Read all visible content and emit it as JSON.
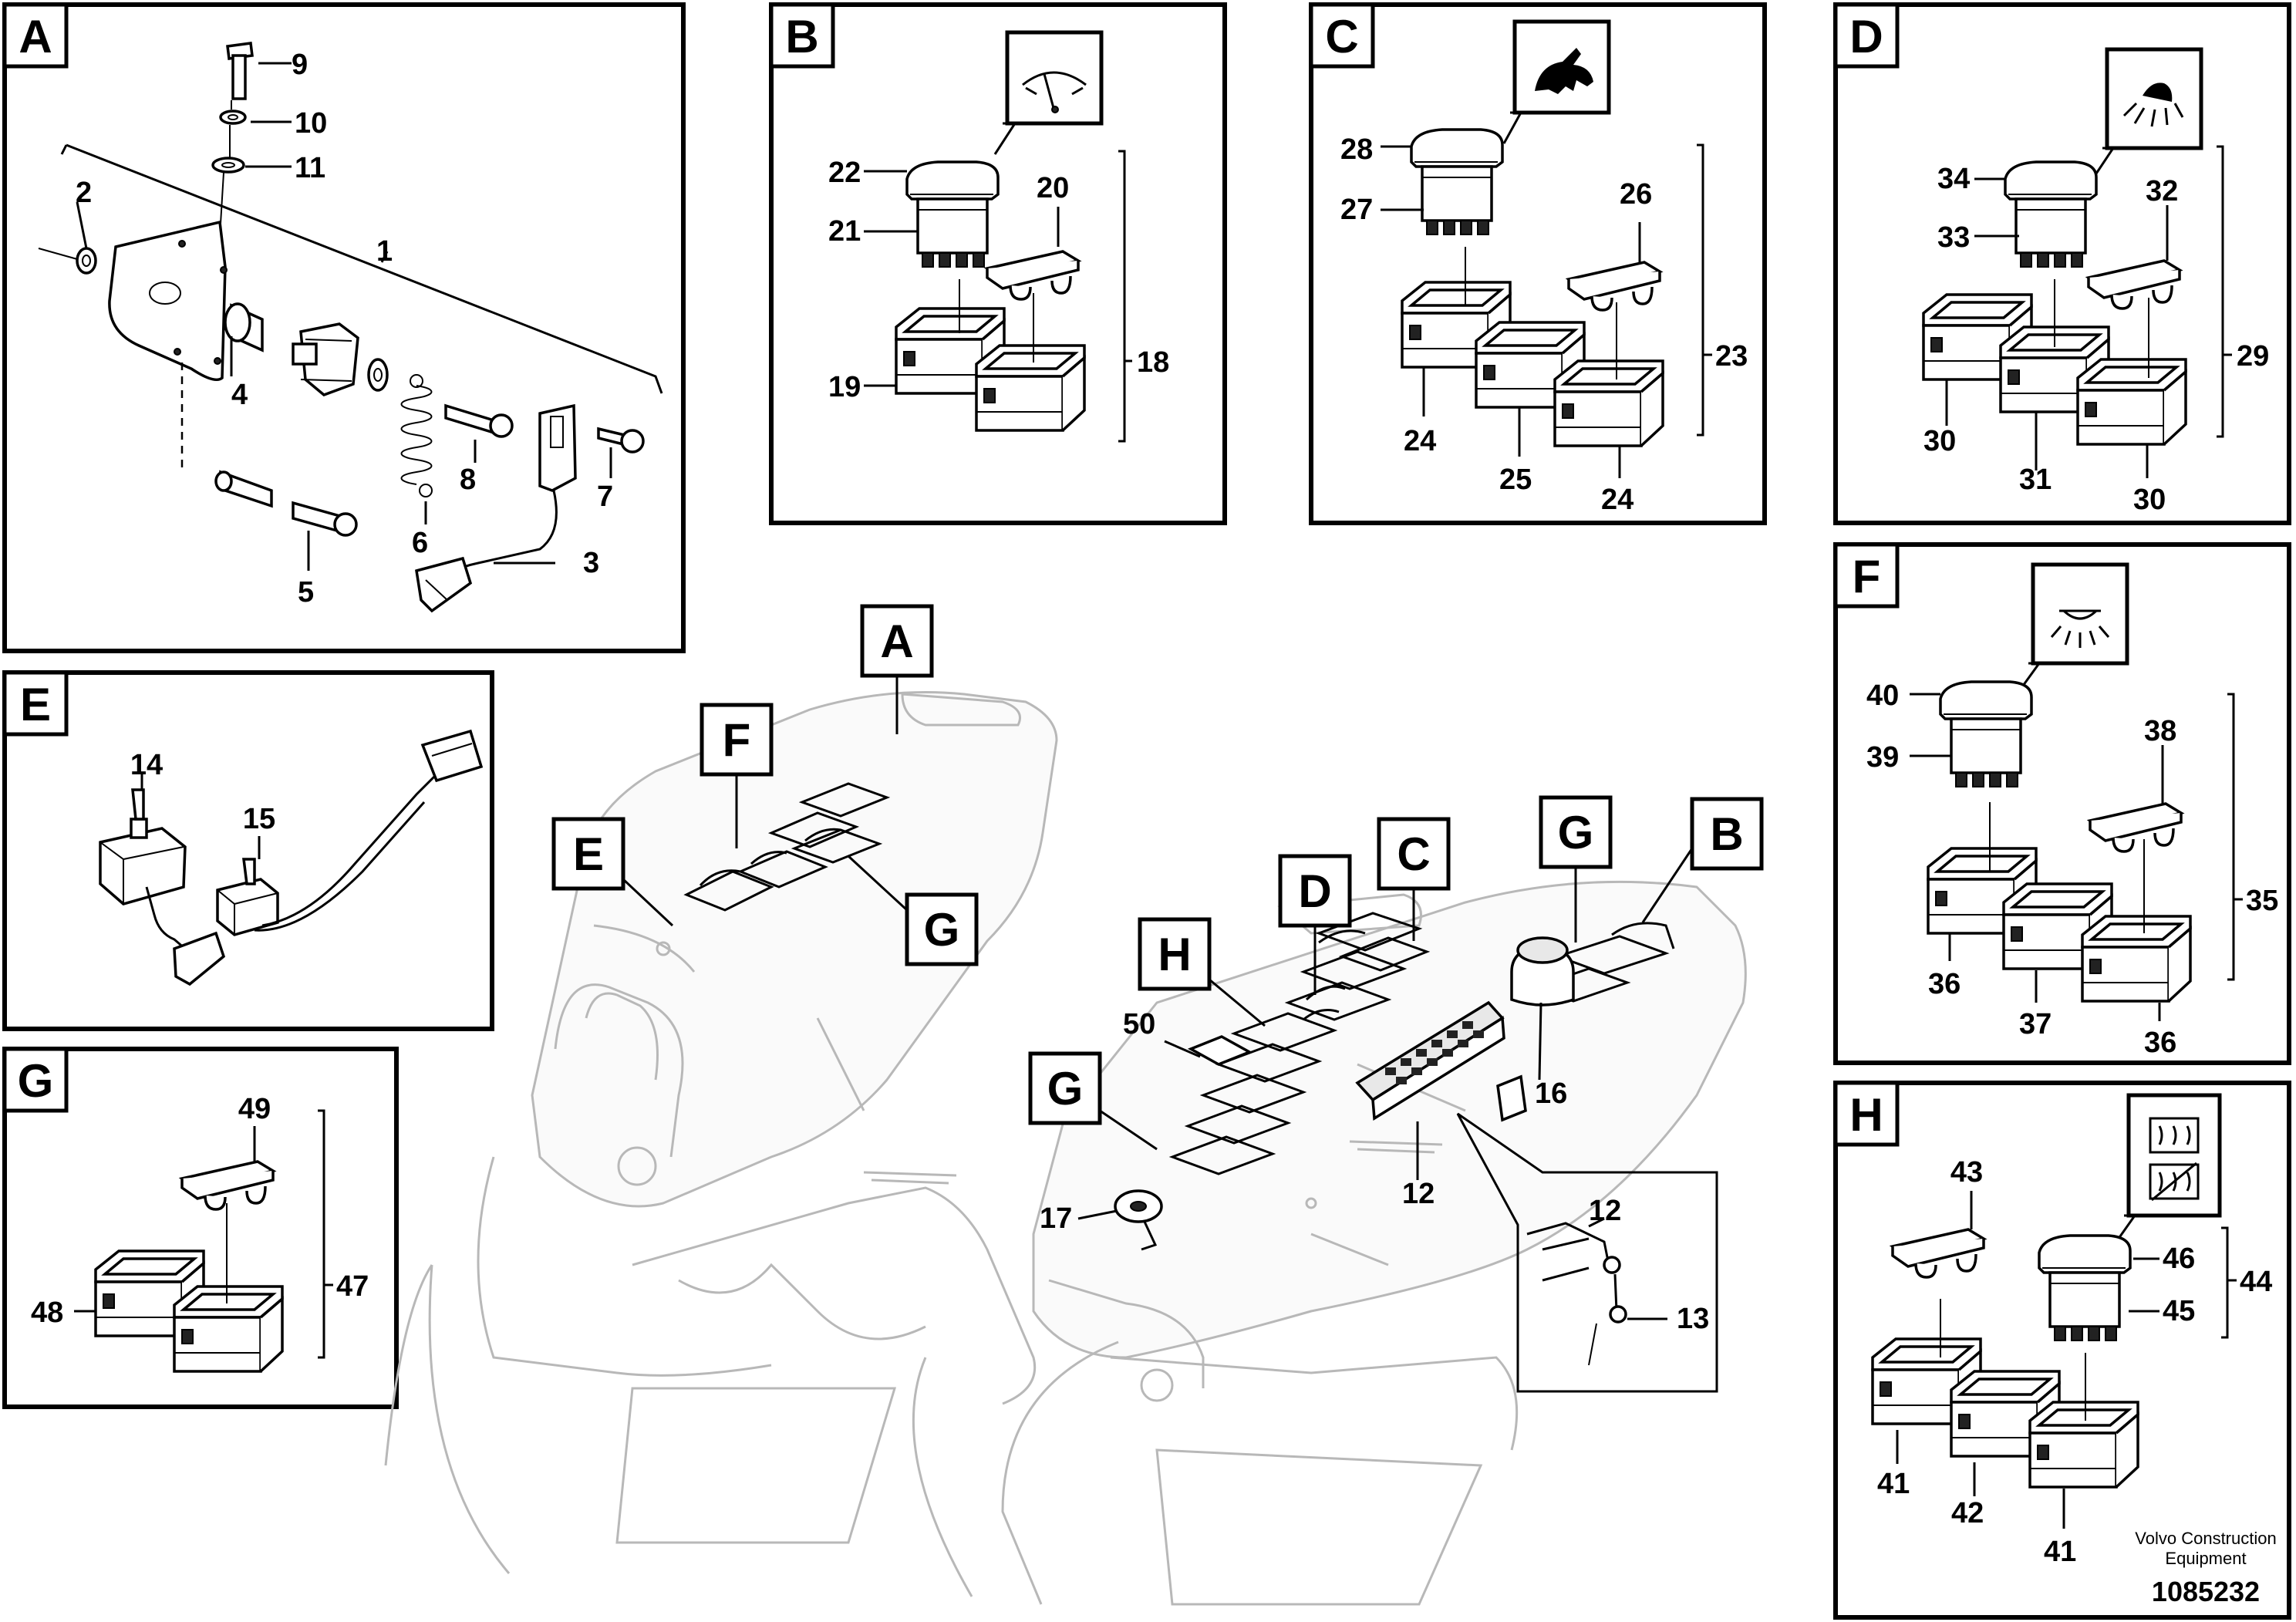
{
  "panel_letters": {
    "A": "A",
    "B": "B",
    "C": "C",
    "D": "D",
    "E": "E",
    "F": "F",
    "G": "G",
    "H": "H"
  },
  "panel_A_numbers": [
    "9",
    "10",
    "11",
    "2",
    "1",
    "4",
    "6",
    "8",
    "7",
    "5",
    "3"
  ],
  "panel_B_numbers": [
    "22",
    "21",
    "20",
    "19",
    "18"
  ],
  "panel_C_numbers": [
    "28",
    "27",
    "26",
    "24",
    "25",
    "24",
    "23"
  ],
  "panel_D_numbers": [
    "34",
    "33",
    "32",
    "30",
    "31",
    "30",
    "29"
  ],
  "panel_E_numbers": [
    "14",
    "15"
  ],
  "panel_F_numbers": [
    "40",
    "39",
    "38",
    "36",
    "37",
    "36",
    "35"
  ],
  "panel_G_numbers": [
    "49",
    "48",
    "47"
  ],
  "panel_H_numbers": [
    "43",
    "46",
    "45",
    "44",
    "41",
    "42",
    "41"
  ],
  "overview_callouts": [
    "A",
    "F",
    "E",
    "G",
    "D",
    "C",
    "G",
    "B",
    "H",
    "G"
  ],
  "overview_numbers": [
    "50",
    "16",
    "12",
    "17",
    "12",
    "13"
  ],
  "icons": {
    "B": "wiper-icon",
    "C": "rabbit-fast-speed-icon",
    "D": "work-light-icon",
    "F": "cab-light-icon",
    "H": "rear-defroster-icon"
  },
  "footer": {
    "brand_line1": "Volvo Construction",
    "brand_line2": "Equipment",
    "drawing_id": "1085232"
  }
}
